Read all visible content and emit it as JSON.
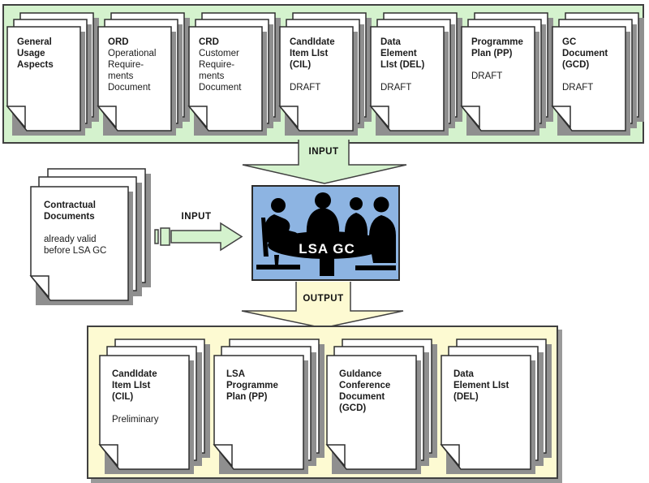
{
  "colors": {
    "band_green": "#d4f2cd",
    "band_yellow": "#fdfad2",
    "photo_blue": "#8db4e2",
    "page_white": "#ffffff",
    "outline": "#404040",
    "shadow_gray": "#8f8f8f"
  },
  "top_band": {
    "documents": [
      {
        "title": "General\nUsage\nAspects",
        "body": "",
        "status": ""
      },
      {
        "title": "ORD",
        "body": "Operational\nRequire-\nments\nDocument",
        "status": ""
      },
      {
        "title": "CRD",
        "body": "Customer\nRequire-\nments\nDocument",
        "status": ""
      },
      {
        "title": "CandIdate\nItem LIst\n(CIL)",
        "body": "",
        "status": "DRAFT"
      },
      {
        "title": "Data\nElement\nLIst (DEL)",
        "body": "",
        "status": "DRAFT"
      },
      {
        "title": "Programme\nPlan (PP)",
        "body": "",
        "status": "DRAFT"
      },
      {
        "title": "GC\nDocument\n(GCD)",
        "body": "",
        "status": "DRAFT"
      }
    ]
  },
  "input_funnel": {
    "label": "INPUT"
  },
  "contractual_stack": {
    "title": "Contractual\nDocuments",
    "body": "already valid\nbefore LSA GC"
  },
  "side_input": {
    "label": "INPUT"
  },
  "meeting": {
    "label": "LSA GC"
  },
  "output_funnel": {
    "label": "OUTPUT"
  },
  "bottom_band": {
    "documents": [
      {
        "title": "CandIdate\nItem LIst\n(CIL)",
        "status": "Preliminary"
      },
      {
        "title": "LSA\nProgramme\nPlan (PP)",
        "status": ""
      },
      {
        "title": "GuIdance\nConference\nDocument\n(GCD)",
        "status": ""
      },
      {
        "title": "Data\nElement LIst\n(DEL)",
        "status": ""
      }
    ]
  }
}
